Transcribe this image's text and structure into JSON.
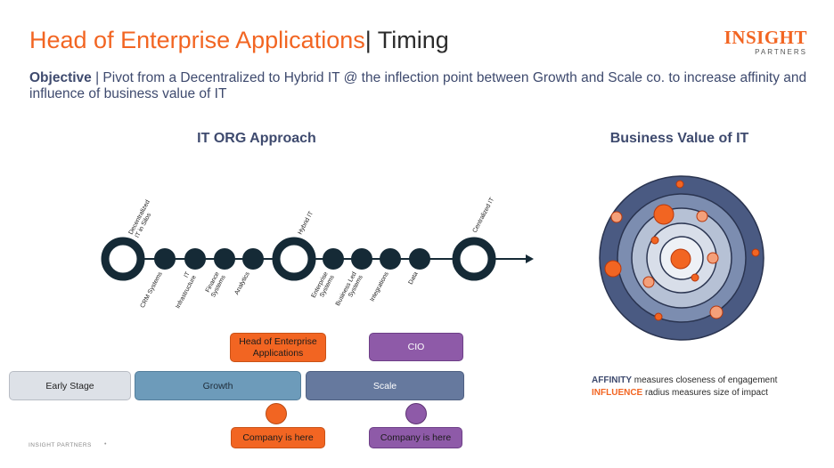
{
  "title": {
    "part1": "Head of Enterprise Applications",
    "part2": "| Timing"
  },
  "logo": {
    "main": "INSIGHT",
    "sub": "PARTNERS"
  },
  "objective": {
    "label": "Objective",
    "text": " | Pivot from a Decentralized to Hybrid IT @ the inflection point between Growth and Scale co. to increase affinity and influence of business value of IT"
  },
  "it_org": {
    "heading": "IT ORG Approach",
    "top_labels": [
      "Decentralized IT in Silos",
      "Hybrid IT",
      "Centralized IT"
    ],
    "bottom_labels": [
      "CRM Systems",
      "IT Infrastructure",
      "Finance Systems",
      "Analytics",
      "Enterprise Systems",
      "Business Led Systems",
      "Integrations",
      "Data"
    ]
  },
  "roles": {
    "heea": "Head of Enterprise Applications",
    "cio": "CIO"
  },
  "stages": {
    "early": "Early Stage",
    "growth": "Growth",
    "scale": "Scale"
  },
  "company": {
    "here1": "Company is here",
    "here2": "Company is here"
  },
  "business_value": {
    "heading": "Business Value of IT",
    "legend_affinity_key": "AFFINITY",
    "legend_affinity_text": " measures closeness of engagement",
    "legend_influence_key": "INFLUENCE",
    "legend_influence_text": " radius measures size of impact"
  },
  "footer": "INSIGHT PARTNERS",
  "colors": {
    "accent": "#f26522",
    "navy": "#3e4a6e",
    "purple": "#8e5aa8",
    "ring_dark": "#152a36"
  }
}
